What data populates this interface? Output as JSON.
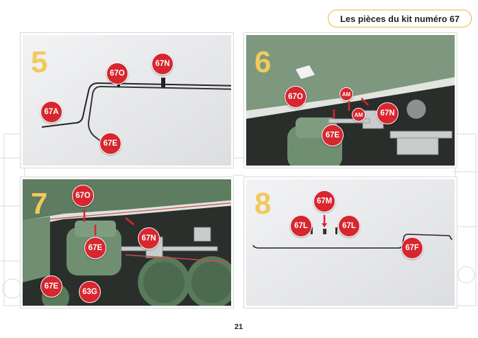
{
  "header": {
    "title": "Les pièces du kit numéro 67"
  },
  "page_number": "21",
  "colors": {
    "badge_red": "#d7262e",
    "step_yellow": "#f2c95a",
    "header_border": "#e8b83a",
    "loco_green": "#5a7a5c"
  },
  "steps": [
    {
      "number": "5",
      "labels": [
        "67O",
        "67N",
        "67A",
        "67E"
      ]
    },
    {
      "number": "6",
      "labels": [
        "67O",
        "AM",
        "AM",
        "67N",
        "67E"
      ]
    },
    {
      "number": "7",
      "labels": [
        "67O",
        "67E",
        "67N",
        "67E",
        "63G"
      ]
    },
    {
      "number": "8",
      "labels": [
        "67M",
        "67L",
        "67L",
        "67F"
      ]
    }
  ]
}
